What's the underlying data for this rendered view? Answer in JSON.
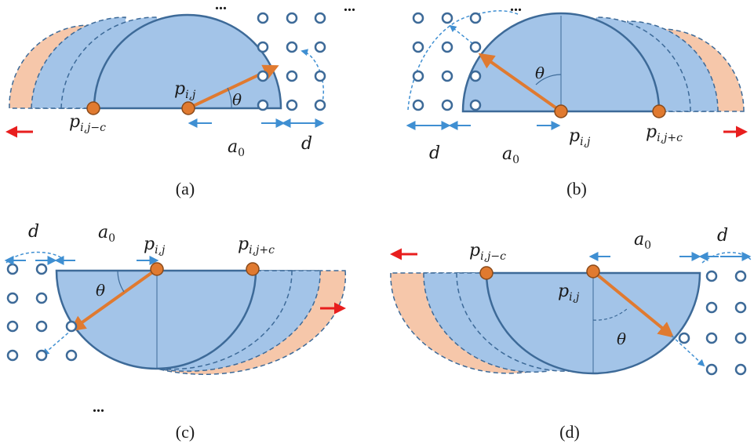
{
  "colors": {
    "blue_fill": "#a3c4e8",
    "blue_stroke": "#3d6a98",
    "peach": "#f6c7aa",
    "orange": "#e07a30",
    "dot_stroke": "#3d6a98",
    "arrow_blue": "#3f8fd2",
    "red": "#e81e1e"
  },
  "labels": {
    "theta": "θ",
    "a0_base": "a",
    "a0_sub": "0",
    "d": "d",
    "p": "p",
    "sub_ij": "i,j",
    "sub_ij_minus_c": "i,j−c",
    "sub_ij_plus_c": "i,j+c",
    "ellipsis": "..."
  },
  "panels": [
    {
      "id": "a",
      "caption": "(a)"
    },
    {
      "id": "b",
      "caption": "(b)"
    },
    {
      "id": "c",
      "caption": "(c)"
    },
    {
      "id": "d",
      "caption": "(d)"
    }
  ]
}
